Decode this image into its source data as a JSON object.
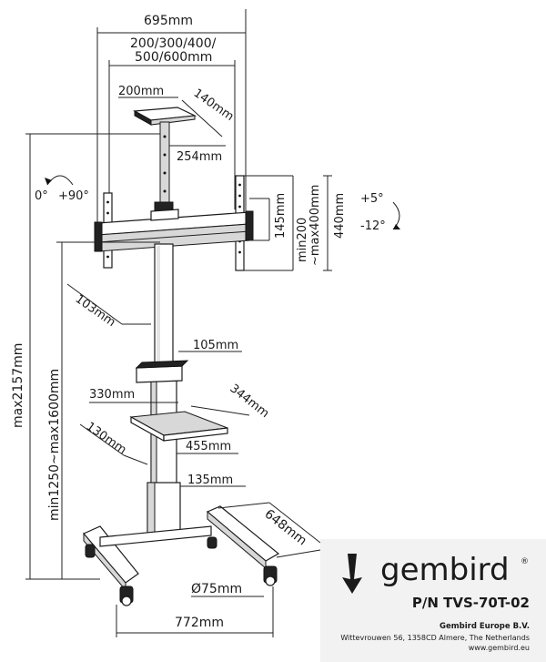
{
  "dimensions": {
    "overall_width": "695mm",
    "vesa_line1": "200/300/400/",
    "vesa_line2": "500/600mm",
    "shelf_width": "200mm",
    "shelf_depth": "140mm",
    "shelf_height": "254mm",
    "bracket_145": "145mm",
    "bracket_range_line1": "min200",
    "bracket_range_line2": "~max400mm",
    "bracket_height": "440mm",
    "tilt_up": "+5°",
    "tilt_down": "-12°",
    "rotate_zero": "0°",
    "rotate_ninety": "+90°",
    "max_height": "max2157mm",
    "center_range": "min1250~max1600mm",
    "dim_103": "103mm",
    "dim_105": "105mm",
    "dim_330": "330mm",
    "dim_344": "344mm",
    "dim_130": "130mm",
    "dim_455": "455mm",
    "dim_135": "135mm",
    "base_depth": "648mm",
    "wheel_diameter": "Ø75mm",
    "base_width": "772mm"
  },
  "brand": {
    "name": "gembird",
    "registered": "®",
    "part_number": "P/N TVS-70T-02",
    "company": "Gembird Europe B.V.",
    "address": "Wittevrouwen 56, 1358CD Almere, The Netherlands",
    "website": "www.gembird.eu"
  }
}
